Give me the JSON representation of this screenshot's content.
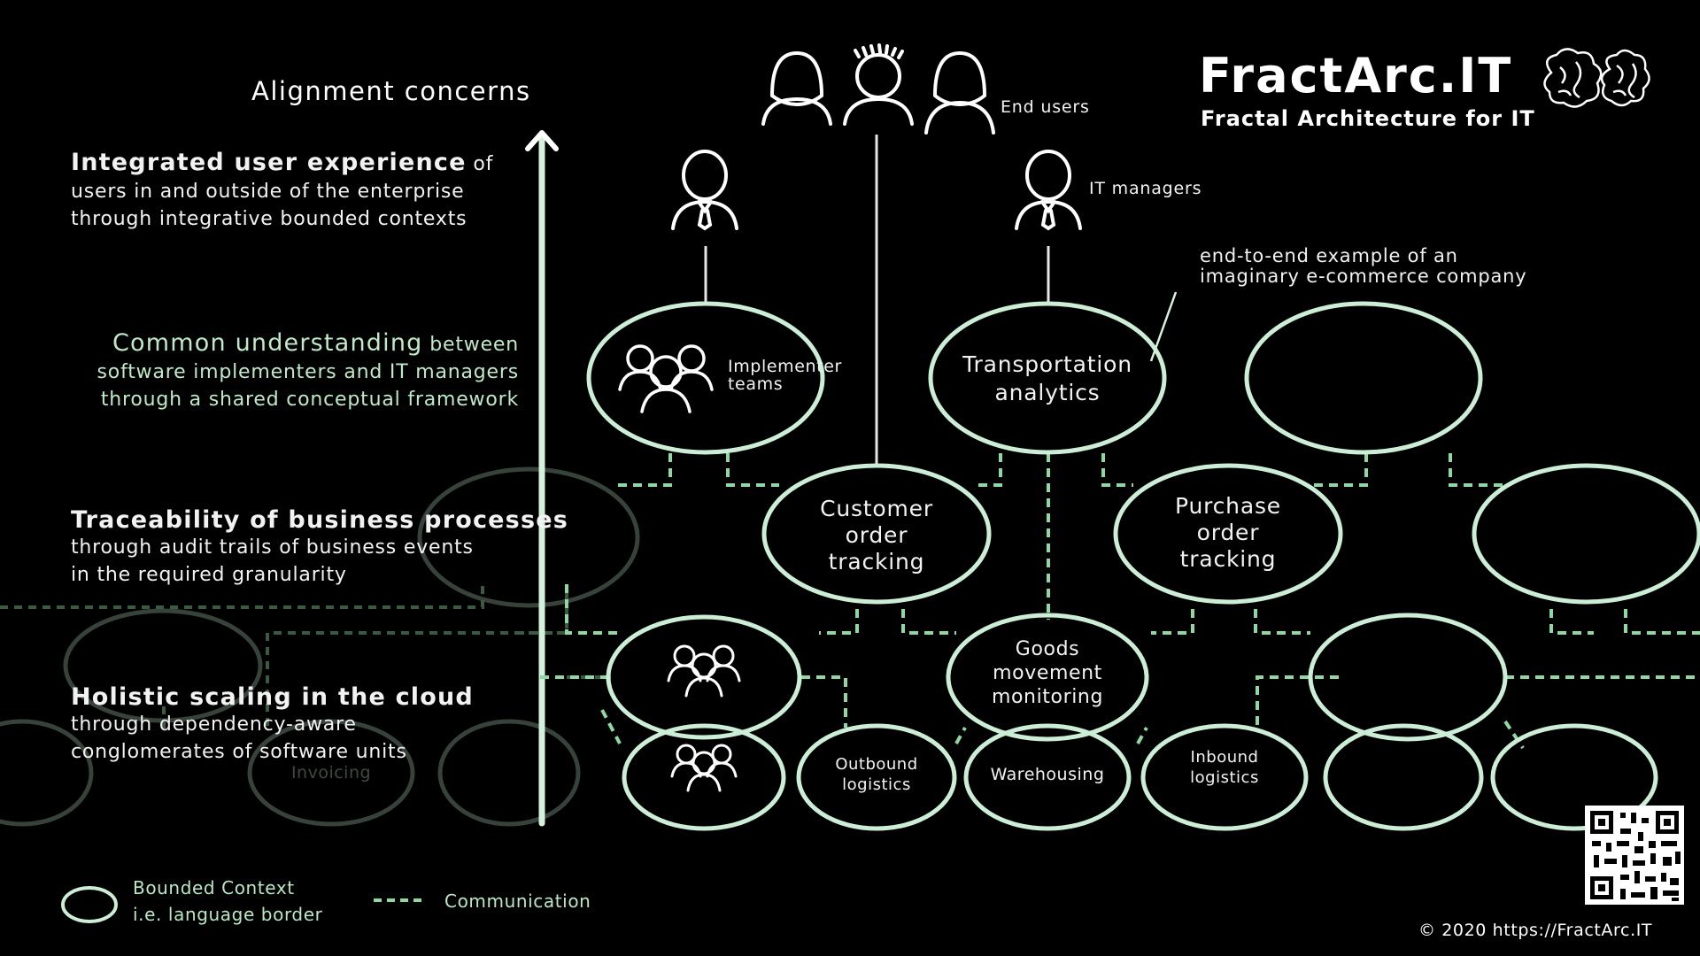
{
  "brand": {
    "title": "FractArc.IT",
    "subtitle": "Fractal Architecture for IT",
    "copyright": "© 2020 https://FractArc.IT"
  },
  "axis": {
    "label": "Alignment concerns"
  },
  "concerns": [
    {
      "title": "Integrated user experience",
      "tail": " of",
      "lines": [
        "users in and outside of the enterprise",
        "through integrative bounded contexts"
      ]
    },
    {
      "title": "Common understanding",
      "tail": " between",
      "lines": [
        "software implementers and IT managers",
        "through a shared conceptual framework"
      ]
    },
    {
      "title": "Traceability of business processes",
      "tail": "",
      "lines": [
        "through audit trails of business events",
        "in the required granularity"
      ]
    },
    {
      "title": "Holistic scaling in the cloud",
      "tail": "",
      "lines": [
        "through dependency-aware",
        "conglomerates of software units"
      ]
    }
  ],
  "actors": {
    "end_users": "End users",
    "it_managers": "IT managers"
  },
  "annotation": {
    "line1": "end-to-end example of an",
    "line2": "imaginary e-commerce company"
  },
  "contexts": {
    "implementer_teams": {
      "line1": "Implementer",
      "line2": "teams"
    },
    "transportation_analytics": {
      "line1": "Transportation",
      "line2": "analytics"
    },
    "customer_order_tracking": {
      "line1": "Customer",
      "line2": "order",
      "line3": "tracking"
    },
    "purchase_order_tracking": {
      "line1": "Purchase",
      "line2": "order",
      "line3": "tracking"
    },
    "goods_movement_monitoring": {
      "line1": "Goods",
      "line2": "movement",
      "line3": "monitoring"
    },
    "outbound_logistics": {
      "line1": "Outbound",
      "line2": "logistics"
    },
    "warehousing": "Warehousing",
    "inbound_logistics": {
      "line1": "Inbound",
      "line2": "logistics"
    },
    "invoicing": "Invoicing"
  },
  "legend": {
    "bounded_context_1": "Bounded Context",
    "bounded_context_2": "i.e. language border",
    "communication": "Communication"
  },
  "colors": {
    "ellipse": "#cdeed6",
    "dashed": "#8fd8a3",
    "dim": "#3a463d",
    "background": "#000000"
  },
  "icons": [
    "person-female-icon",
    "person-spiky-icon",
    "manager-icon",
    "team-icon",
    "brain-logo-icon",
    "qr-code-icon",
    "arrow-up-icon"
  ]
}
